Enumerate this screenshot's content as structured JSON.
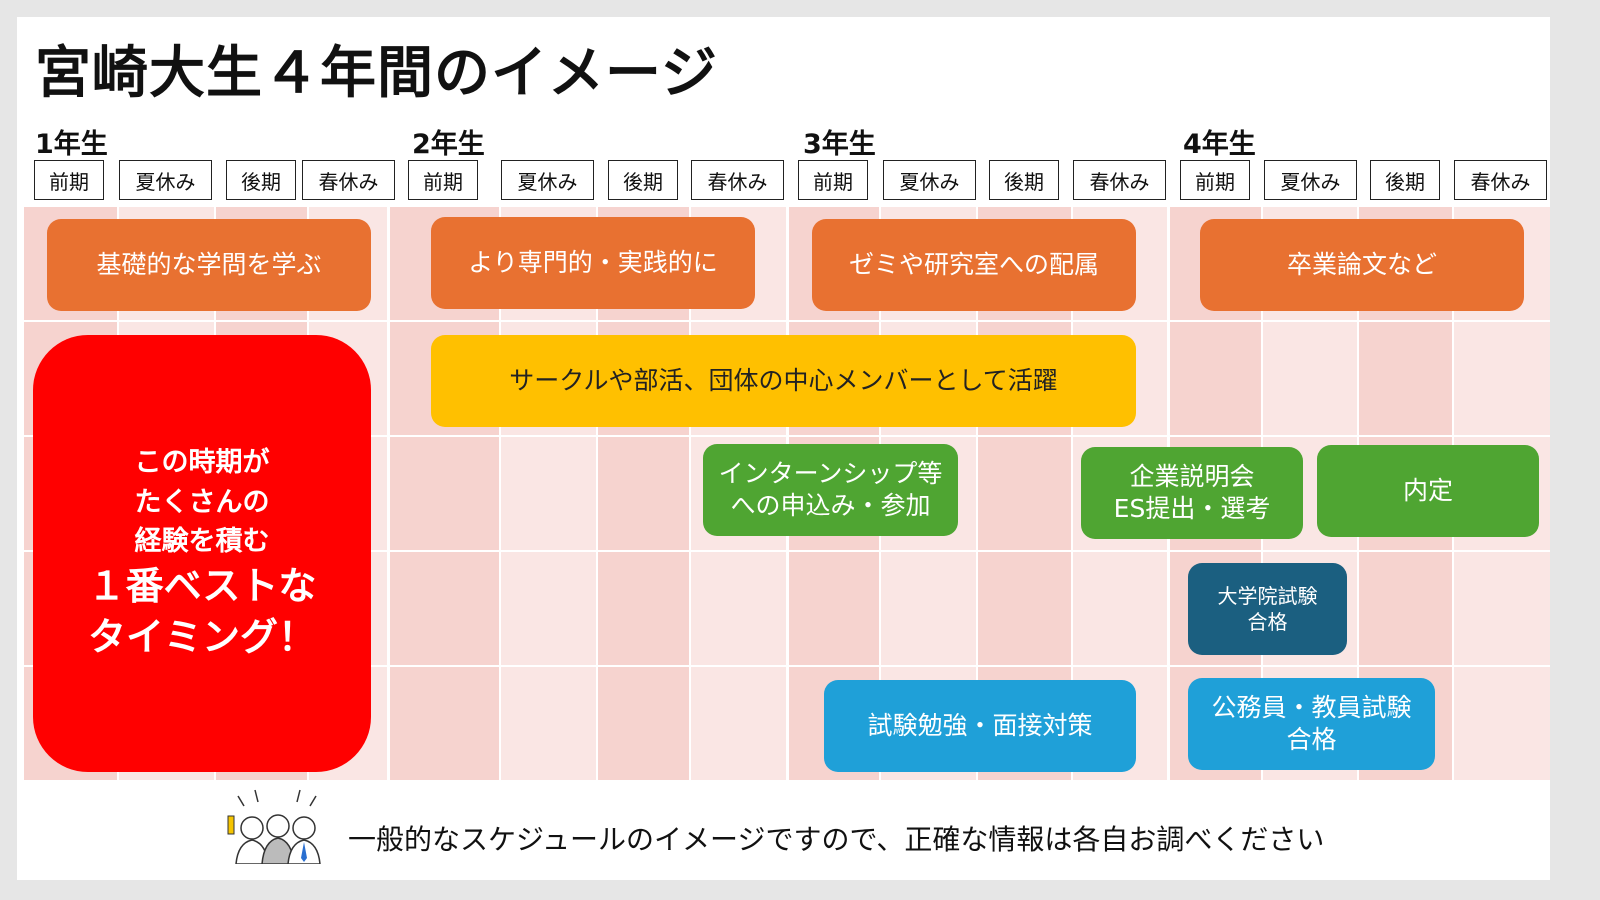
{
  "title": "宮崎大生４年間のイメージ",
  "years": [
    "1年生",
    "2年生",
    "3年生",
    "4年生"
  ],
  "terms": [
    "前期",
    "夏休み",
    "後期",
    "春休み"
  ],
  "activities": {
    "study": [
      "基礎的な学問を学ぶ",
      "より専門的・実践的に",
      "ゼミや研究室への配属",
      "卒業論文など"
    ],
    "club": "サークルや部活、団体の中心メンバーとして活躍",
    "internship": [
      "インターンシップ等",
      "への申込み・参加"
    ],
    "job_hunting": [
      "企業説明会",
      "ES提出・選考"
    ],
    "offer": "内定",
    "grad_school": [
      "大学院試験",
      "合格"
    ],
    "exam_prep": "試験勉強・面接対策",
    "civil_service": [
      "公務員・教員試験",
      "合格"
    ]
  },
  "callout": {
    "lines": [
      "この時期が",
      "たくさんの",
      "経験を積む"
    ],
    "big": [
      "１番ベストな",
      "タイミング！"
    ]
  },
  "footer": "一般的なスケジュールのイメージですので、正確な情報は各自お調べください",
  "colors": {
    "orange": "#e87131",
    "red": "#ff0000",
    "yellow": "#ffc000",
    "green": "#4fa532",
    "teal": "#1b5f80",
    "blue": "#1fa0d8"
  }
}
